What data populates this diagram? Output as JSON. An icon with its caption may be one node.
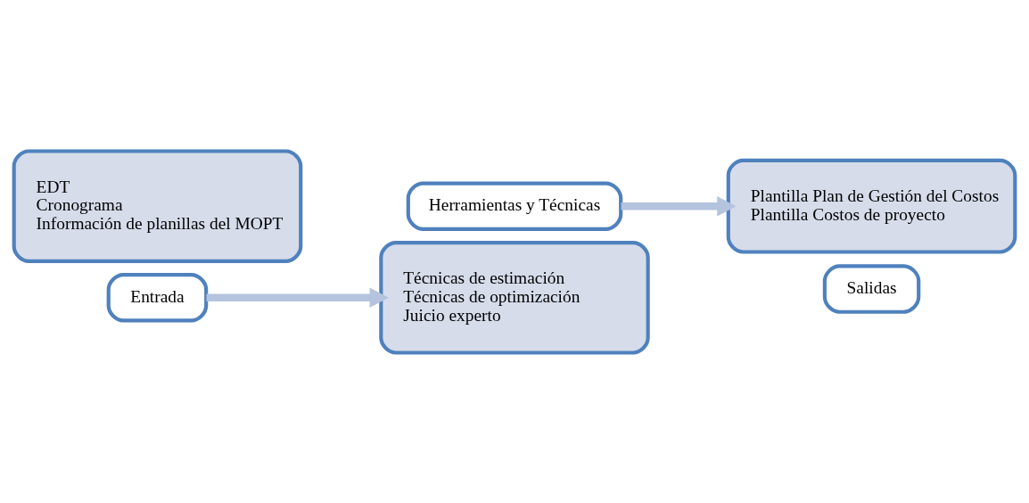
{
  "diagram": {
    "nodes": [
      {
        "text": [
          "EDT",
          "Cronograma",
          "Información de planillas del MOPT"
        ]
      },
      {
        "text": [
          "Entrada"
        ]
      },
      {
        "text": [
          "Técnicas de estimación",
          "Técnicas de optimización",
          "Juicio experto"
        ]
      },
      {
        "text": [
          "Herramientas y Técnicas"
        ]
      },
      {
        "text": [
          "Plantilla Plan de Gestión del Costos",
          "Plantilla Costos de proyecto"
        ]
      },
      {
        "text": [
          "Salidas"
        ]
      }
    ],
    "edges": [
      {
        "from": 1,
        "to": 2,
        "arrow": "to"
      },
      {
        "from": 3,
        "to": 4,
        "arrow": "to"
      }
    ]
  }
}
